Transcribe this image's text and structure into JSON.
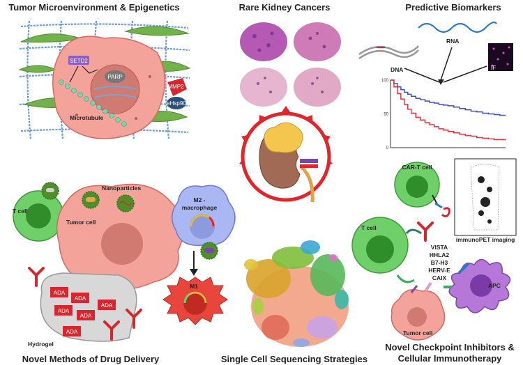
{
  "panels": {
    "tumor_micro": {
      "title": "Tumor Microenvironment & Epigenetics",
      "setd2": "SETD2",
      "parp": "PARP",
      "mmp2": "MMP2",
      "ehsp90": "eHsp90",
      "microtubule": "Microtubule"
    },
    "rare_kidney": {
      "title": "Rare Kidney Cancers"
    },
    "biomarkers": {
      "title": "Predictive Biomarkers",
      "rna": "RNA",
      "dna": "DNA",
      "if": "IF"
    },
    "drug_delivery": {
      "title": "Novel Methods of Drug Delivery",
      "t_cell": "T cell",
      "nanoparticles": "Nanoparticles",
      "tumor_cell": "Tumor cell",
      "m2": "M2 -",
      "macrophage": "macrophage",
      "m1": "M1",
      "ada": "ADA",
      "hydrogel": "Hydrogel"
    },
    "single_cell": {
      "title": "Single Cell Sequencing Strategies"
    },
    "checkpoint": {
      "title_line1": "Novel Checkpoint Inhibitors &",
      "title_line2": "Cellular Immunotherapy",
      "car_t": "CAR-T cell",
      "t_cell": "T cell",
      "markers": [
        "VISTA",
        "HHLA2",
        "B7-H3",
        "HERV-E",
        "CAIX"
      ],
      "apc": "APC",
      "tumor_cell": "Tumor cell",
      "immunopet": "immunoPET imaging"
    }
  },
  "chart_data": {
    "type": "line",
    "yticks": [
      0,
      50,
      100
    ],
    "ylim": [
      0,
      100
    ],
    "xlim": [
      0,
      100
    ],
    "series": [
      {
        "color": "#3b4fc8",
        "x": [
          0,
          3,
          6,
          9,
          12,
          15,
          18,
          22,
          26,
          30,
          34,
          38,
          42,
          46,
          50,
          55,
          60,
          65,
          70,
          75,
          80,
          85,
          90,
          95,
          100
        ],
        "y": [
          100,
          95,
          90,
          86,
          82,
          79,
          76,
          73,
          71,
          69,
          67,
          66,
          64,
          63,
          62,
          60,
          58,
          56,
          54,
          53,
          51,
          50,
          49,
          48,
          48
        ]
      },
      {
        "color": "#e8323c",
        "x": [
          0,
          3,
          6,
          9,
          12,
          15,
          18,
          22,
          26,
          30,
          34,
          38,
          42,
          46,
          50,
          55,
          60,
          65,
          70,
          75,
          80,
          85,
          90,
          95,
          100
        ],
        "y": [
          100,
          90,
          80,
          72,
          64,
          57,
          51,
          45,
          41,
          37,
          34,
          31,
          28,
          26,
          24,
          22,
          20,
          18,
          17,
          15,
          14,
          13,
          12,
          12,
          11
        ]
      }
    ]
  }
}
